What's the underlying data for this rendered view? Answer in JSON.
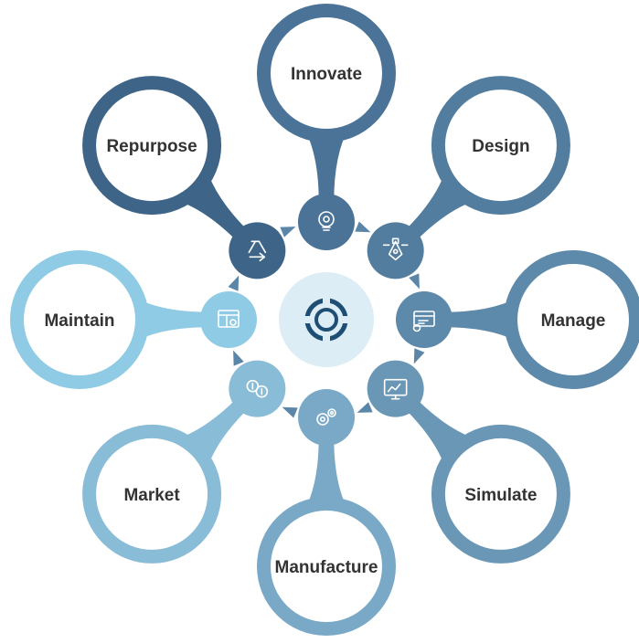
{
  "diagram": {
    "center_icon": "lifecycle-loop-icon",
    "stages": [
      {
        "label": "Innovate",
        "icon": "lightbulb-gear-icon",
        "color": "#4a7397"
      },
      {
        "label": "Design",
        "icon": "pen-tool-icon",
        "color": "#527d9f"
      },
      {
        "label": "Manage",
        "icon": "dashboard-gear-icon",
        "color": "#5d89aa"
      },
      {
        "label": "Simulate",
        "icon": "monitor-chart-icon",
        "color": "#6a97b6"
      },
      {
        "label": "Manufacture",
        "icon": "gears-icon",
        "color": "#79a9c6"
      },
      {
        "label": "Market",
        "icon": "coins-gear-icon",
        "color": "#89bcd6"
      },
      {
        "label": "Maintain",
        "icon": "window-gear-icon",
        "color": "#8fcbe4"
      },
      {
        "label": "Repurpose",
        "icon": "recycle-icon",
        "color": "#3e6488"
      }
    ],
    "colors": {
      "center_bg": "#dcedf5",
      "center_icon": "#1f4e75",
      "arrow": "#5b86a7",
      "label_text": "#333333"
    }
  }
}
